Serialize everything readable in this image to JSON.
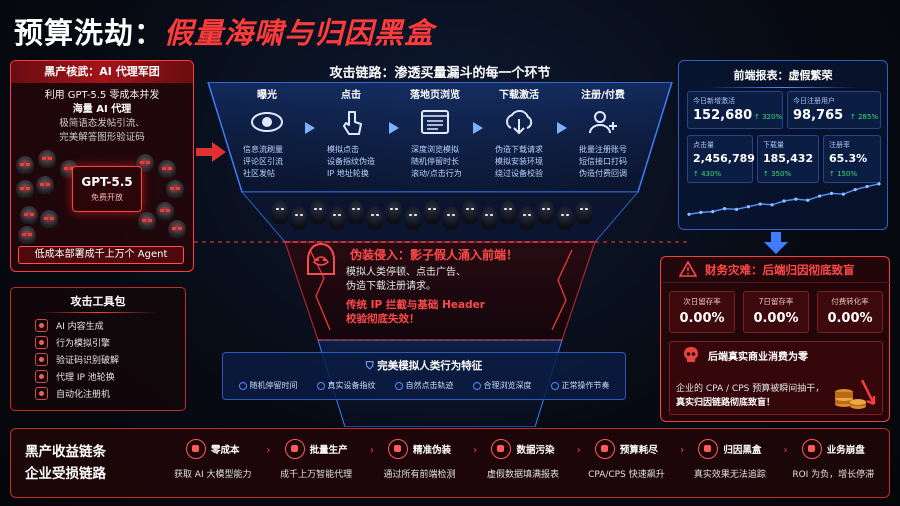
{
  "title": {
    "main": "预算洗劫：",
    "accent": "假量海啸与归因黑盒"
  },
  "left_top": {
    "header": "黑产核武：AI 代理军团",
    "line1": "利用 GPT-5.5 零成本并发",
    "line2": "海量 AI 代理",
    "line3": "极简语态发帖引流、",
    "line4": "完美解答图形验证码",
    "core_name": "GPT-5.5",
    "core_badge": "免费开放",
    "footer": "低成本部署成千上万个 Agent"
  },
  "toolkit": {
    "header": "攻击工具包",
    "items": [
      {
        "label": "AI 内容生成",
        "icon": "ai-icon"
      },
      {
        "label": "行为模拟引擎",
        "icon": "engine-icon"
      },
      {
        "label": "验证码识别破解",
        "icon": "captcha-icon"
      },
      {
        "label": "代理 IP 池轮换",
        "icon": "proxy-icon"
      },
      {
        "label": "自动化注册机",
        "icon": "register-icon"
      }
    ]
  },
  "funnel": {
    "title": "攻击链路：渗透买量漏斗的每一个环节",
    "stages": [
      {
        "label": "曝光",
        "icon": "eye-icon",
        "lines": [
          "信息流刷量",
          "评论区引流",
          "社区发帖"
        ]
      },
      {
        "label": "点击",
        "icon": "click-icon",
        "lines": [
          "模拟点击",
          "设备指纹伪造",
          "IP 地址轮换"
        ]
      },
      {
        "label": "落地页浏览",
        "icon": "page-icon",
        "lines": [
          "深度浏览模拟",
          "随机停留时长",
          "滚动/点击行为"
        ]
      },
      {
        "label": "下载激活",
        "icon": "download-icon",
        "lines": [
          "伪造下载请求",
          "模拟安装环境",
          "绕过设备校验"
        ]
      },
      {
        "label": "注册/付费",
        "icon": "user-add-icon",
        "lines": [
          "批量注册账号",
          "短信接口打码",
          "伪造付费回调"
        ]
      }
    ],
    "breach_title": "伪装侵入：影子假人涌入前端！",
    "breach_desc1": "模拟人类停顿、点击广告、",
    "breach_desc2": "伪造下载注册请求。",
    "breach_alert1": "传统 IP 拦截与基础 Header",
    "breach_alert2": "校验彻底失效！",
    "human_title": "完美模拟人类行为特征",
    "human_features": [
      "随机停留时间",
      "真实设备指纹",
      "自然点击轨迹",
      "合理浏览深度",
      "正常操作节奏"
    ]
  },
  "frontend_report": {
    "header": "前端报表：虚假繁荣",
    "stats": [
      {
        "label": "今日新增激活",
        "value": "152,680",
        "delta": "↑ 320%"
      },
      {
        "label": "今日注册用户",
        "value": "98,765",
        "delta": "↑ 285%"
      },
      {
        "label": "点击量",
        "value": "2,456,789",
        "delta": "↑ 430%"
      },
      {
        "label": "下载量",
        "value": "185,432",
        "delta": "↑ 350%"
      },
      {
        "label": "注册率",
        "value": "65.3%",
        "delta": "↑ 150%"
      }
    ],
    "sparkline": [
      0.15,
      0.2,
      0.22,
      0.3,
      0.28,
      0.35,
      0.42,
      0.4,
      0.5,
      0.55,
      0.52,
      0.63,
      0.7,
      0.68,
      0.8,
      0.88,
      0.95
    ]
  },
  "disaster": {
    "title": "财务灾难：后端归因彻底致盲",
    "retention": [
      {
        "label": "次日留存率",
        "value": "0.00%"
      },
      {
        "label": "7日留存率",
        "value": "0.00%"
      },
      {
        "label": "付费转化率",
        "value": "0.00%"
      }
    ],
    "loss_title": "后端真实商业消费为零",
    "loss_line1": "企业的 CPA / CPS 预算被瞬间抽干，",
    "loss_line2": "真实归因链路彻底致盲！"
  },
  "bottom": {
    "label1": "黑产收益链条",
    "label2": "企业受损链路",
    "steps": [
      {
        "name": "零成本",
        "desc": "获取 AI 大模型能力"
      },
      {
        "name": "批量生产",
        "desc": "成千上万智能代理"
      },
      {
        "name": "精准伪装",
        "desc": "通过所有前端检测"
      },
      {
        "name": "数据污染",
        "desc": "虚假数据填满报表"
      },
      {
        "name": "预算耗尽",
        "desc": "CPA/CPS 快速飙升"
      },
      {
        "name": "归因黑盒",
        "desc": "真实效果无法追踪"
      },
      {
        "name": "业务崩盘",
        "desc": "ROI 为负，增长停滞"
      }
    ]
  },
  "colors": {
    "accent_red": "#ff3b3b",
    "accent_blue": "#4f8cff",
    "positive_green": "#2fe07a"
  }
}
